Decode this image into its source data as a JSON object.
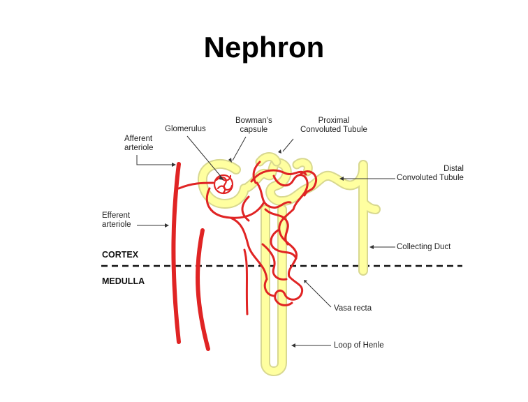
{
  "title": "Nephron",
  "labels": {
    "afferent": [
      "Afferent",
      "arteriole"
    ],
    "glomerulus": "Glomerulus",
    "bowmans": [
      "Bowman's",
      "capsule"
    ],
    "proximal": [
      "Proximal",
      "Convoluted Tubule"
    ],
    "distal": [
      "Distal",
      "Convoluted Tubule"
    ],
    "efferent": [
      "Efferent",
      "arteriole"
    ],
    "cortex": "CORTEX",
    "medulla": "MEDULLA",
    "collecting_duct": "Collecting Duct",
    "vasa_recta": "Vasa recta",
    "loop_of_henle": "Loop of Henle"
  },
  "colors": {
    "tubule": "#FFFFA0",
    "tubule_outline": "#D8D890",
    "vessel": "#E02424",
    "leader": "#333333",
    "boundary": "#111111"
  }
}
